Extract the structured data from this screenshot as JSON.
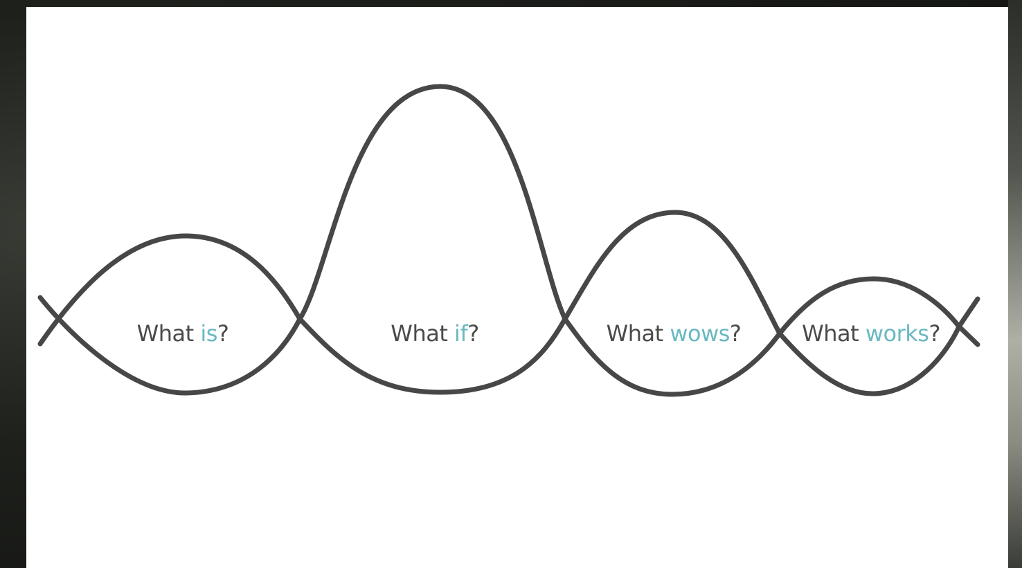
{
  "colors": {
    "stroke": "#474747",
    "text": "#4a4a4a",
    "accent": "#6ab8c1",
    "slide_background": "#ffffff"
  },
  "stages": [
    {
      "prefix": "What ",
      "keyword": "is",
      "suffix": "?"
    },
    {
      "prefix": "What ",
      "keyword": "if",
      "suffix": "?"
    },
    {
      "prefix": "What ",
      "keyword": "wows",
      "suffix": "?"
    },
    {
      "prefix": "What ",
      "keyword": "works",
      "suffix": "?"
    }
  ]
}
